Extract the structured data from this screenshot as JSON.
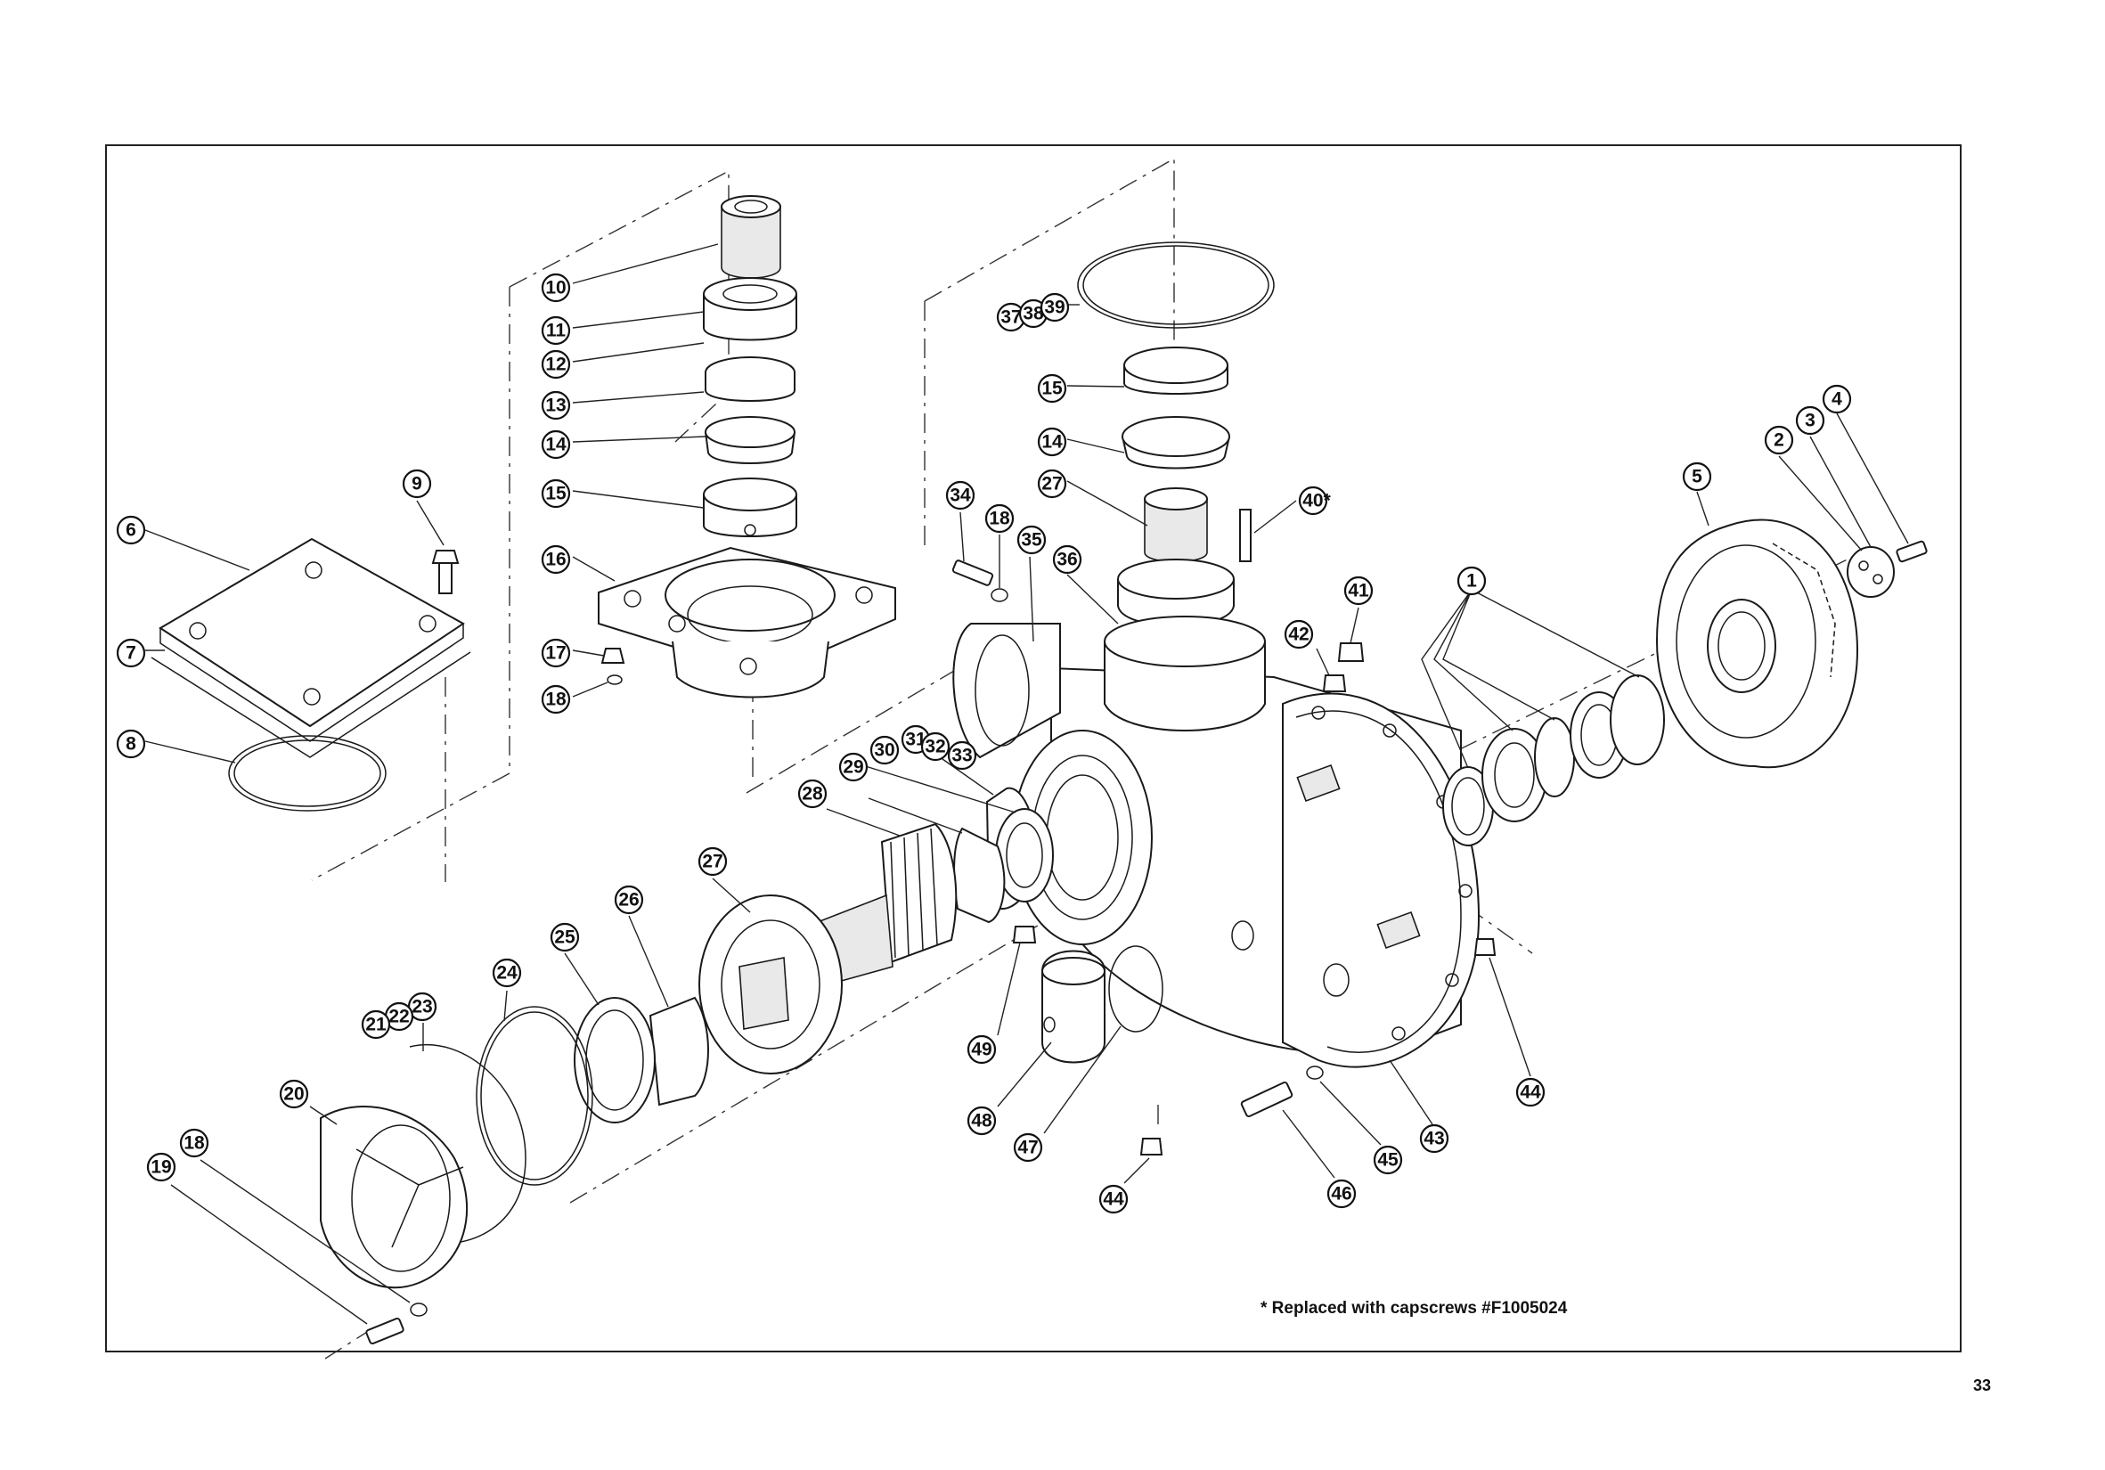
{
  "footnote": "* Replaced with capscrews #F1005024",
  "page_number": "33",
  "callouts": [
    {
      "id": "c10",
      "label": "10"
    },
    {
      "id": "c11",
      "label": "11"
    },
    {
      "id": "c12",
      "label": "12"
    },
    {
      "id": "c13",
      "label": "13"
    },
    {
      "id": "c14a",
      "label": "14"
    },
    {
      "id": "c15a",
      "label": "15"
    },
    {
      "id": "c16",
      "label": "16"
    },
    {
      "id": "c17",
      "label": "17"
    },
    {
      "id": "c18a",
      "label": "18"
    },
    {
      "id": "c9",
      "label": "9"
    },
    {
      "id": "c6",
      "label": "6"
    },
    {
      "id": "c7",
      "label": "7"
    },
    {
      "id": "c8",
      "label": "8"
    },
    {
      "id": "c37",
      "label": "37"
    },
    {
      "id": "c38",
      "label": "38"
    },
    {
      "id": "c39",
      "label": "39"
    },
    {
      "id": "c15b",
      "label": "15"
    },
    {
      "id": "c14b",
      "label": "14"
    },
    {
      "id": "c27a",
      "label": "27"
    },
    {
      "id": "c40",
      "label": "40*"
    },
    {
      "id": "c34",
      "label": "34"
    },
    {
      "id": "c18b",
      "label": "18"
    },
    {
      "id": "c35",
      "label": "35"
    },
    {
      "id": "c36",
      "label": "36"
    },
    {
      "id": "c41",
      "label": "41"
    },
    {
      "id": "c42",
      "label": "42"
    },
    {
      "id": "c1",
      "label": "1"
    },
    {
      "id": "c5",
      "label": "5"
    },
    {
      "id": "c2",
      "label": "2"
    },
    {
      "id": "c3",
      "label": "3"
    },
    {
      "id": "c4",
      "label": "4"
    },
    {
      "id": "c30",
      "label": "30"
    },
    {
      "id": "c31",
      "label": "31"
    },
    {
      "id": "c32",
      "label": "32"
    },
    {
      "id": "c33",
      "label": "33"
    },
    {
      "id": "c29",
      "label": "29"
    },
    {
      "id": "c28",
      "label": "28"
    },
    {
      "id": "c27b",
      "label": "27"
    },
    {
      "id": "c26",
      "label": "26"
    },
    {
      "id": "c25",
      "label": "25"
    },
    {
      "id": "c24",
      "label": "24"
    },
    {
      "id": "c23",
      "label": "23"
    },
    {
      "id": "c22",
      "label": "22"
    },
    {
      "id": "c21",
      "label": "21"
    },
    {
      "id": "c20",
      "label": "20"
    },
    {
      "id": "c18c",
      "label": "18"
    },
    {
      "id": "c19",
      "label": "19"
    },
    {
      "id": "c49",
      "label": "49"
    },
    {
      "id": "c48",
      "label": "48"
    },
    {
      "id": "c47",
      "label": "47"
    },
    {
      "id": "c44a",
      "label": "44"
    },
    {
      "id": "c46",
      "label": "46"
    },
    {
      "id": "c45",
      "label": "45"
    },
    {
      "id": "c43",
      "label": "43"
    },
    {
      "id": "c44b",
      "label": "44"
    }
  ]
}
